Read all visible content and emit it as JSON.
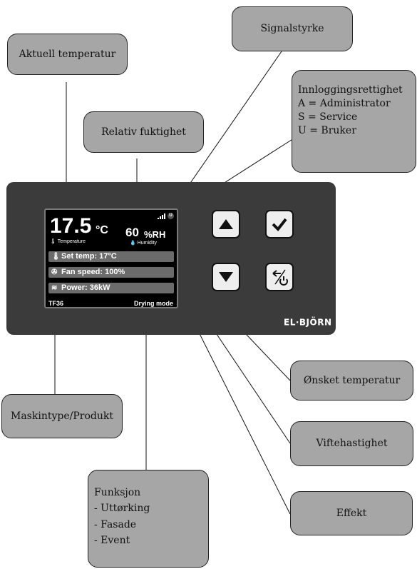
{
  "callouts": {
    "aktuell_temperatur": "Aktuell temperatur",
    "signalstyrke": "Signalstyrke",
    "relativ_fuktighet": "Relativ fuktighet",
    "innlogging": [
      "Innloggingsrettighet",
      "A = Administrator",
      "S = Service",
      "U = Bruker"
    ],
    "onsket_temperatur": "Ønsket temperatur",
    "viftehastighet": "Viftehastighet",
    "effekt": "Effekt",
    "maskintype": "Maskintype/Produkt",
    "funksjon": [
      "Funksjon",
      "- Uttørking",
      "- Fasade",
      "- Event"
    ]
  },
  "display": {
    "temperature_value": "17.5",
    "temperature_unit": "°C",
    "temperature_label": "Temperature",
    "humidity_value": "60",
    "humidity_unit": "%RH",
    "humidity_label": "Humidity",
    "access_level": "U",
    "set_temp": "Set temp: 17°C",
    "fan_speed": "Fan speed: 100%",
    "power": "Power: 36kW",
    "product": "TF36",
    "mode": "Drying mode"
  },
  "brand": "EL·BJÖRN",
  "icons": {
    "up": "up-arrow-icon",
    "confirm": "checkmark-icon",
    "down": "down-arrow-icon",
    "back_power": "back-power-icon",
    "signal": "signal-strength-icon",
    "thermometer": "thermometer-icon",
    "drop": "humidity-drop-icon",
    "fan": "fan-icon",
    "heater": "heater-icon",
    "brand_logo": "elbjorn-logo-icon"
  },
  "colors": {
    "callout_fill": "#a6a6a6",
    "panel": "#3b3b3b",
    "screen_row": "#6b6b6b"
  }
}
